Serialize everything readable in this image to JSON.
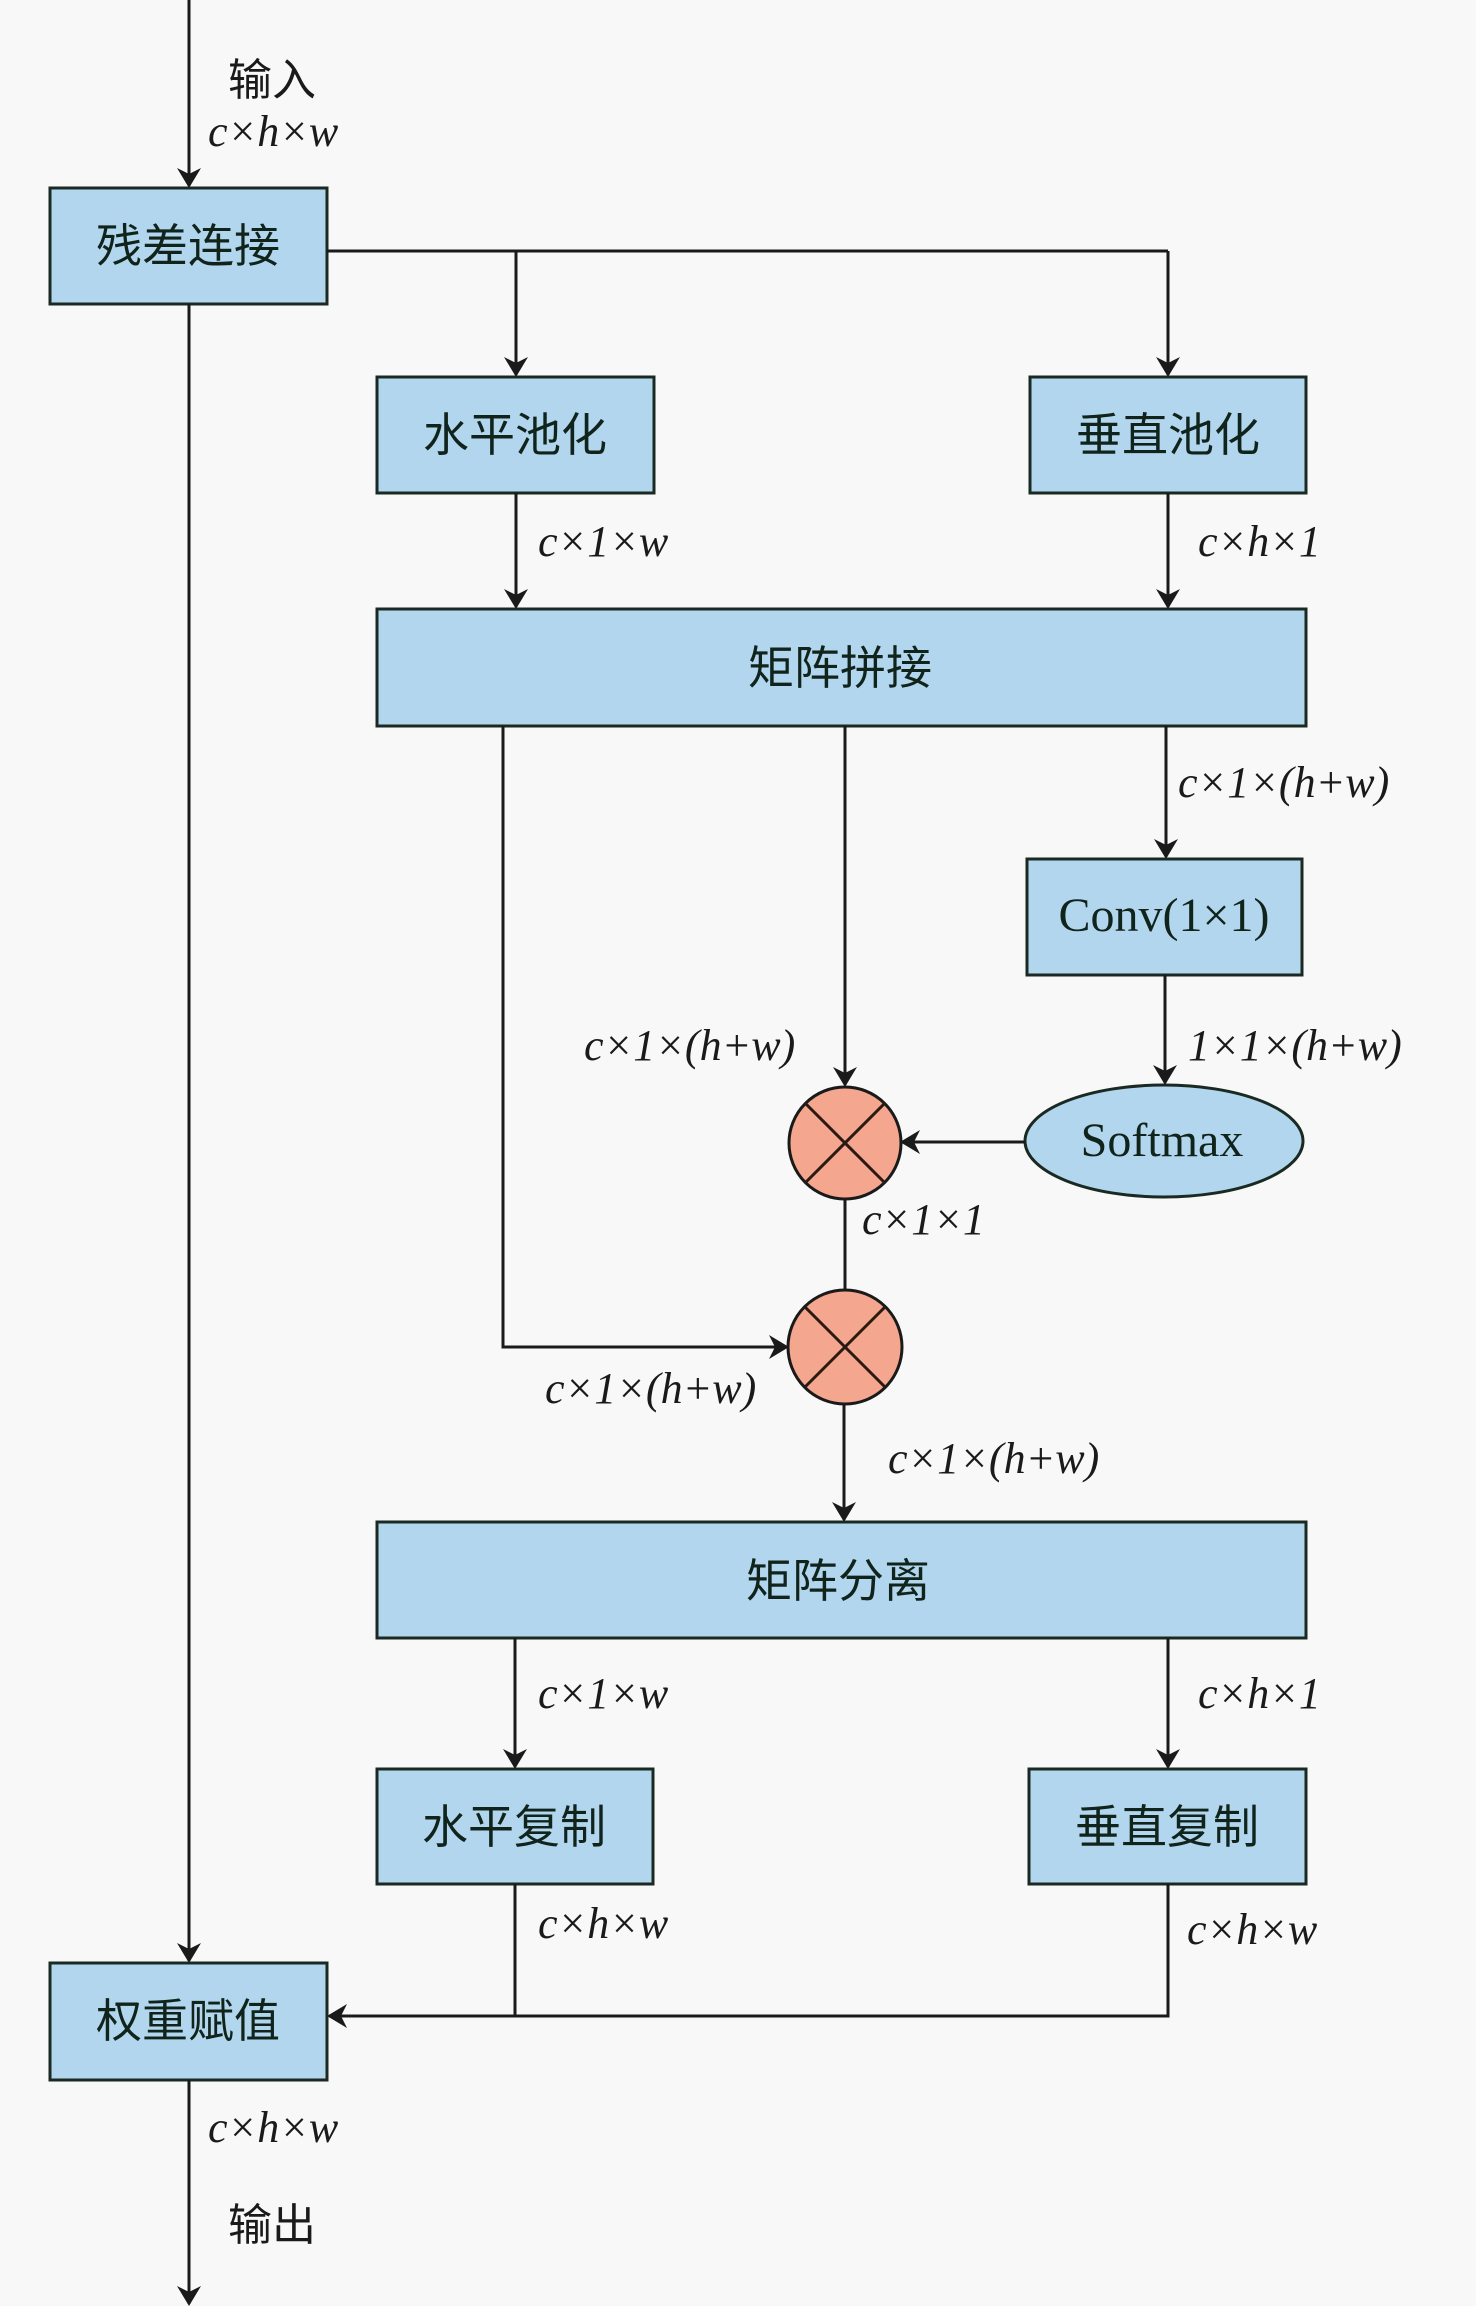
{
  "diagram": {
    "input_label": "输入",
    "output_label": "输出",
    "nodes": {
      "residual": "残差连接",
      "h_pool": "水平池化",
      "v_pool": "垂直池化",
      "concat": "矩阵拼接",
      "conv": "Conv(1×1)",
      "softmax": "Softmax",
      "split": "矩阵分离",
      "h_copy": "水平复制",
      "v_copy": "垂直复制",
      "weight": "权重赋值"
    },
    "dims": {
      "input": "c×h×w",
      "h_pool_out": "c×1×w",
      "v_pool_out": "c×h×1",
      "concat_to_conv": "c×1×(h+w)",
      "concat_to_mult1": "c×1×(h+w)",
      "conv_out": "1×1×(h+w)",
      "mult1_out": "c×1×1",
      "concat_to_mult2": "c×1×(h+w)",
      "mult2_out": "c×1×(h+w)",
      "split_h": "c×1×w",
      "split_v": "c×h×1",
      "h_copy_out": "c×h×w",
      "v_copy_out": "c×h×w",
      "output": "c×h×w"
    }
  }
}
